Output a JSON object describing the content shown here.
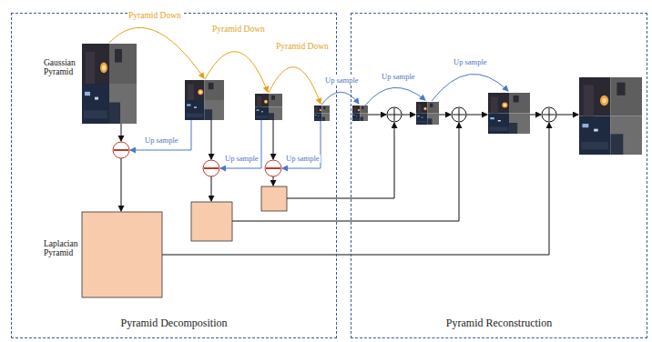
{
  "diagram": {
    "nodes": [
      {
        "text": [
          "Pyramid Decomposition"
        ]
      },
      {
        "text": [
          "Pyramid Reconstruction"
        ]
      }
    ],
    "labels": [
      "Pyramid Down",
      "Pyramid Down",
      "Pyramid Down",
      "Up sample",
      "Up sample",
      "Up sample",
      "Gaussian Pyramid",
      "Up sample",
      "Up sample",
      "Up sample",
      "Laplacian Pyramid"
    ]
  }
}
